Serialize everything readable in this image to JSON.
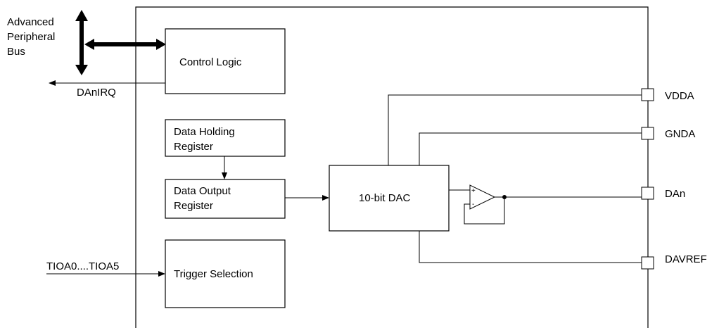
{
  "bus": {
    "line1": "Advanced",
    "line2": "Peripheral",
    "line3": "Bus"
  },
  "signals": {
    "irq": "DAnIRQ",
    "trigger_in": "TIOA0....TIOA5"
  },
  "blocks": {
    "control_logic": "Control Logic",
    "dhr_line1": "Data Holding",
    "dhr_line2": "Register",
    "dor_line1": "Data Output",
    "dor_line2": "Register",
    "trigger": "Trigger Selection",
    "dac": "10-bit DAC"
  },
  "pins": {
    "vdda": "VDDA",
    "gnda": "GNDA",
    "dan": "DAn",
    "davref": "DAVREF"
  },
  "opamp": {
    "plus": "+",
    "minus": "-"
  }
}
